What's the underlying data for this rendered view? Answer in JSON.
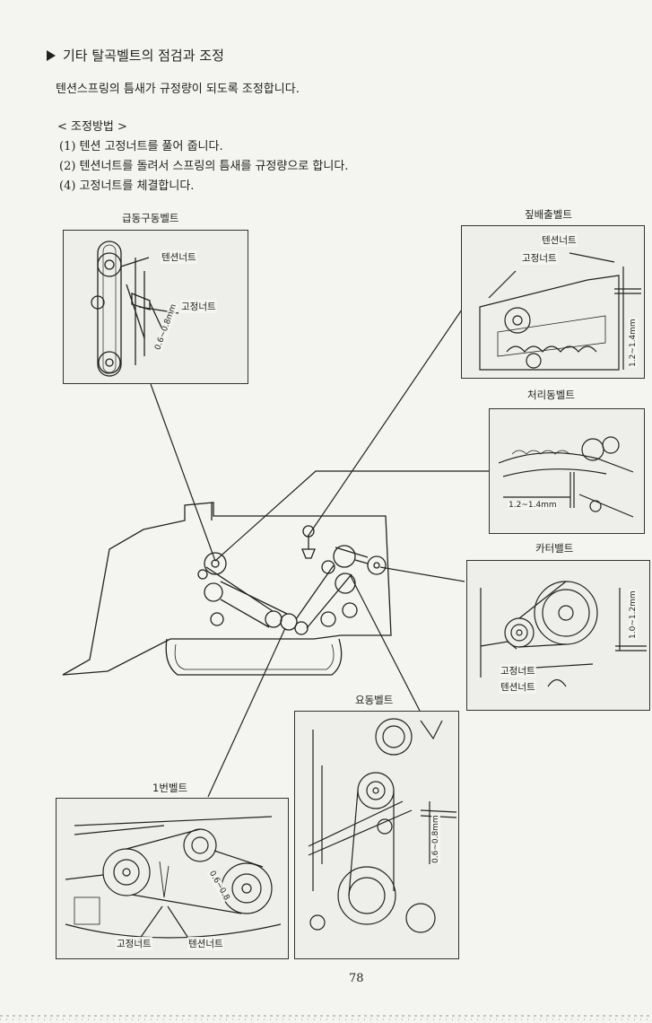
{
  "title": "기타 탈곡벨트의 점검과 조정",
  "intro": "텐션스프링의 틈새가 규정량이 되도록 조정합니다.",
  "method": {
    "heading": "< 조정방법 >",
    "steps": [
      "(1) 텐션 고정너트를 풀어 줍니다.",
      "(2) 텐션너트를 돌려서 스프링의 틈새를 규정량으로 합니다.",
      "(4) 고정너트를 체결합니다."
    ]
  },
  "panels": {
    "gongdong": {
      "caption": "급동구동벨트",
      "labels": {
        "tension_nut": "텐션너트",
        "lock_nut": "고정너트",
        "gap": "0.6~0.8mm"
      }
    },
    "jipbaechul": {
      "caption": "짚배출벨트",
      "labels": {
        "tension_nut": "텐션너트",
        "lock_nut": "고정너트",
        "gap": "1.2~1.4mm"
      }
    },
    "cheoridong": {
      "caption": "처리동벨트",
      "labels": {
        "gap": "1.2~1.4mm"
      }
    },
    "cutter": {
      "caption": "카터밸트",
      "labels": {
        "lock_nut": "고정너트",
        "tension_nut": "텐션너트",
        "gap": "1.0~1.2mm"
      }
    },
    "yodong": {
      "caption": "요동벨트",
      "labels": {
        "gap": "0.6~0.8mm"
      }
    },
    "ilbeon": {
      "caption": "1번벨트",
      "labels": {
        "lock_nut": "고정너트",
        "tension_nut": "텐션너트",
        "gap": "0.6~0.8"
      }
    }
  },
  "page_number": "78"
}
